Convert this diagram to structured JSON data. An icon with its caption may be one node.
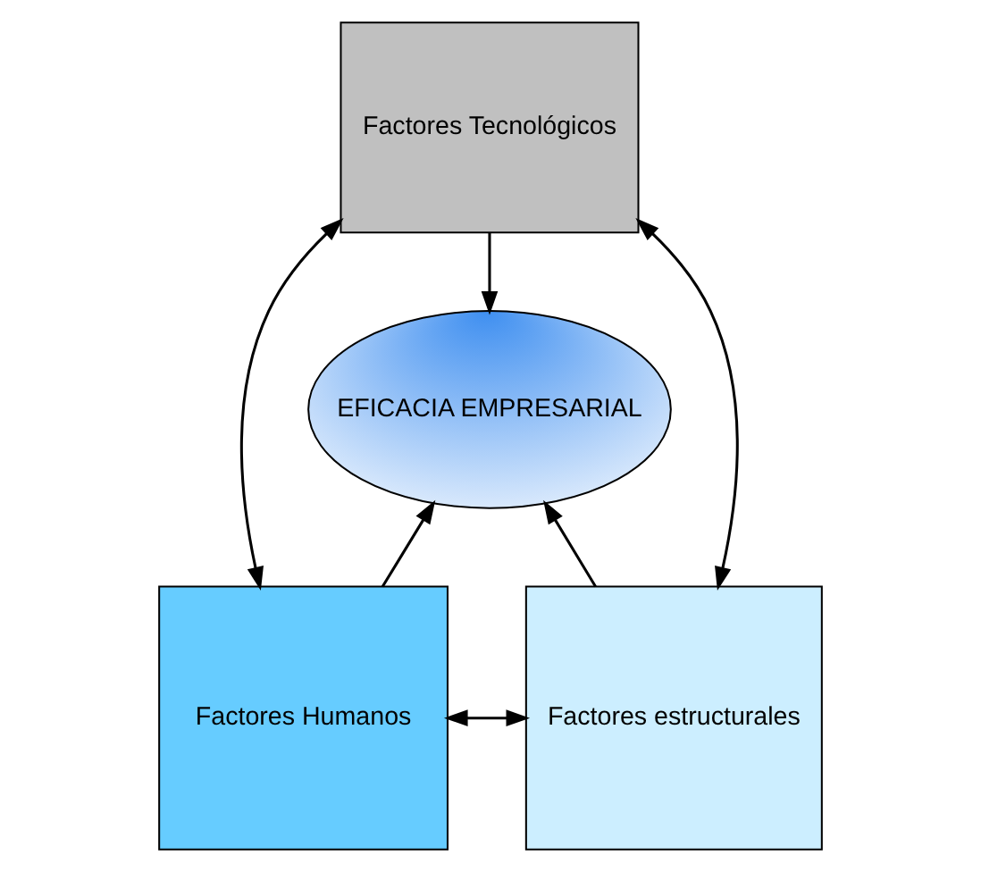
{
  "diagram": {
    "nodes": [
      {
        "text": [
          "Factores Tecnológicos"
        ]
      },
      {
        "text": [
          "EFICACIA EMPRESARIAL"
        ]
      },
      {
        "text": [
          "Factores Humanos"
        ]
      },
      {
        "text": [
          "Factores estructurales"
        ]
      }
    ],
    "edges": [
      {
        "from": 0,
        "to": 1,
        "arrow": "to"
      },
      {
        "from": 2,
        "to": 1,
        "arrow": "to"
      },
      {
        "from": 3,
        "to": 1,
        "arrow": "to"
      },
      {
        "from": 0,
        "to": 2,
        "arrow": "both"
      },
      {
        "from": 0,
        "to": 3,
        "arrow": "both"
      },
      {
        "from": 2,
        "to": 3,
        "arrow": "both"
      }
    ]
  }
}
